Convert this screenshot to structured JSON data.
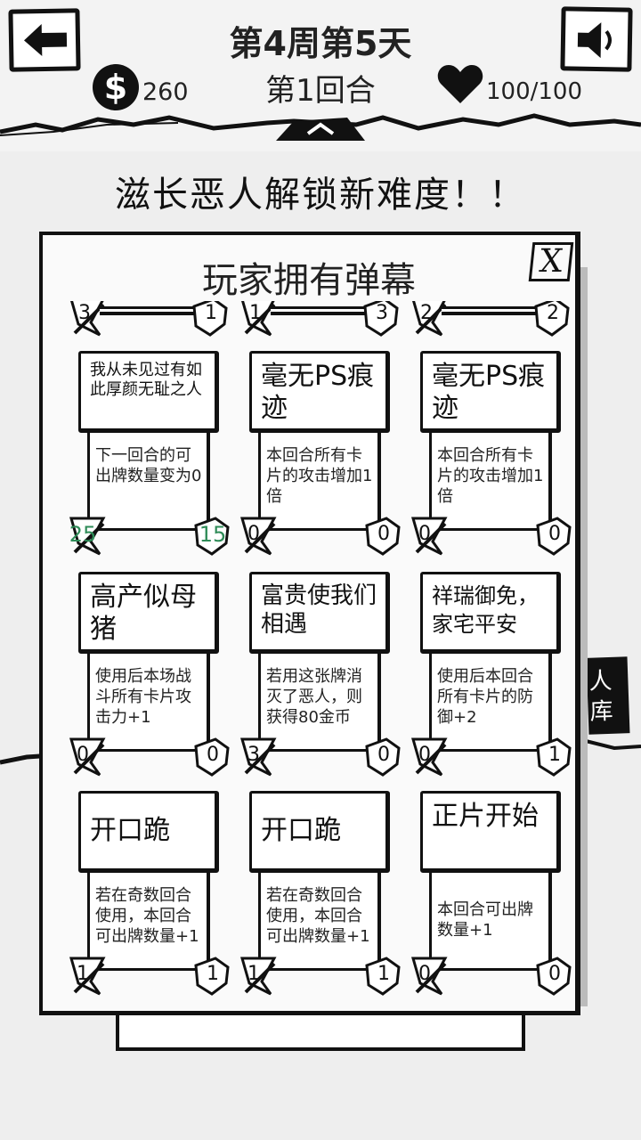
{
  "header": {
    "week_day": "第4周第5天",
    "round": "第1回合",
    "coins": "260",
    "hp": "100/100",
    "back_icon": "arrow-left-icon",
    "sound_icon": "speaker-icon"
  },
  "banner": "滋长恶人解锁新难度！！",
  "side_tab": {
    "line1": "人",
    "line2": "库"
  },
  "panel": {
    "title": "玩家拥有弹幕",
    "close_label": "X"
  },
  "top_row": [
    {
      "atk": "3",
      "def": "1"
    },
    {
      "atk": "1",
      "def": "3"
    },
    {
      "atk": "2",
      "def": "2"
    }
  ],
  "cards": [
    {
      "title": "我从未见过有如此厚颜无耻之人",
      "desc": "下一回合的可出牌数量变为0",
      "atk": "25",
      "def": "15"
    },
    {
      "title": "毫无PS痕迹",
      "desc": "本回合所有卡片的攻击增加1倍",
      "atk": "0",
      "def": "0"
    },
    {
      "title": "毫无PS痕迹",
      "desc": "本回合所有卡片的攻击增加1倍",
      "atk": "0",
      "def": "0"
    },
    {
      "title": "高产似母猪",
      "desc": "使用后本场战斗所有卡片攻击力+1",
      "atk": "0",
      "def": "0"
    },
    {
      "title": "富贵使我们相遇",
      "desc": "若用这张牌消灭了恶人，则获得80金币",
      "atk": "3",
      "def": "0"
    },
    {
      "title": "祥瑞御免，家宅平安",
      "desc": "使用后本回合所有卡片的防御+2",
      "atk": "0",
      "def": "1"
    },
    {
      "title": "开口跪",
      "desc": "若在奇数回合使用，本回合可出牌数量+1",
      "atk": "1",
      "def": "1"
    },
    {
      "title": "开口跪",
      "desc": "若在奇数回合使用，本回合可出牌数量+1",
      "atk": "1",
      "def": "1"
    },
    {
      "title": "正片开始",
      "desc": "本回合可出牌数量+1",
      "atk": "0",
      "def": "0"
    }
  ]
}
